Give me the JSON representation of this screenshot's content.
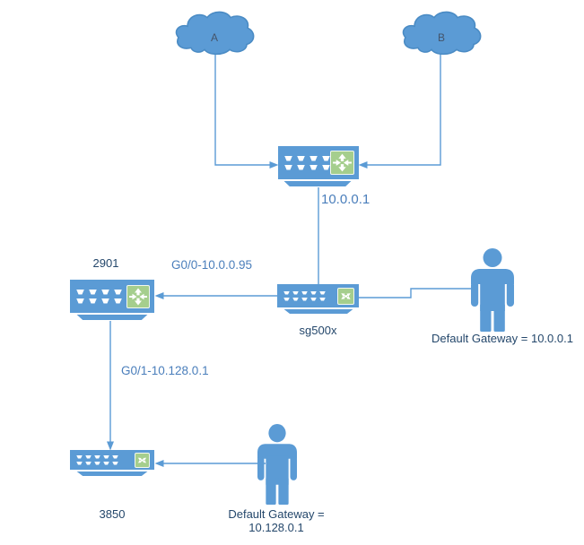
{
  "theme": {
    "shape_blue": "#5B9BD5",
    "shape_stroke": "#4A8BC4",
    "icon_green": "#A5CE8D",
    "line_blue": "#5B9BD5",
    "label_blue": "#4A7EBB",
    "label_dark": "#24476B",
    "background": "#FFFFFF"
  },
  "clouds": {
    "a": {
      "label": "A"
    },
    "b": {
      "label": "B"
    }
  },
  "nodes": {
    "core": {
      "type": "router",
      "ip_label": "10.0.0.1"
    },
    "router2901": {
      "type": "router",
      "label": "2901"
    },
    "sg500x": {
      "type": "switch",
      "label": "sg500x"
    },
    "sw3850": {
      "type": "switch",
      "label": "3850"
    }
  },
  "links": {
    "g00": {
      "label": "G0/0-10.0.0.95"
    },
    "g01": {
      "label": "G0/1-10.128.0.1"
    }
  },
  "users": {
    "top": {
      "label": "Default Gateway = 10.0.0.1"
    },
    "bottom": {
      "label": "Default Gateway = 10.128.0.1"
    }
  }
}
